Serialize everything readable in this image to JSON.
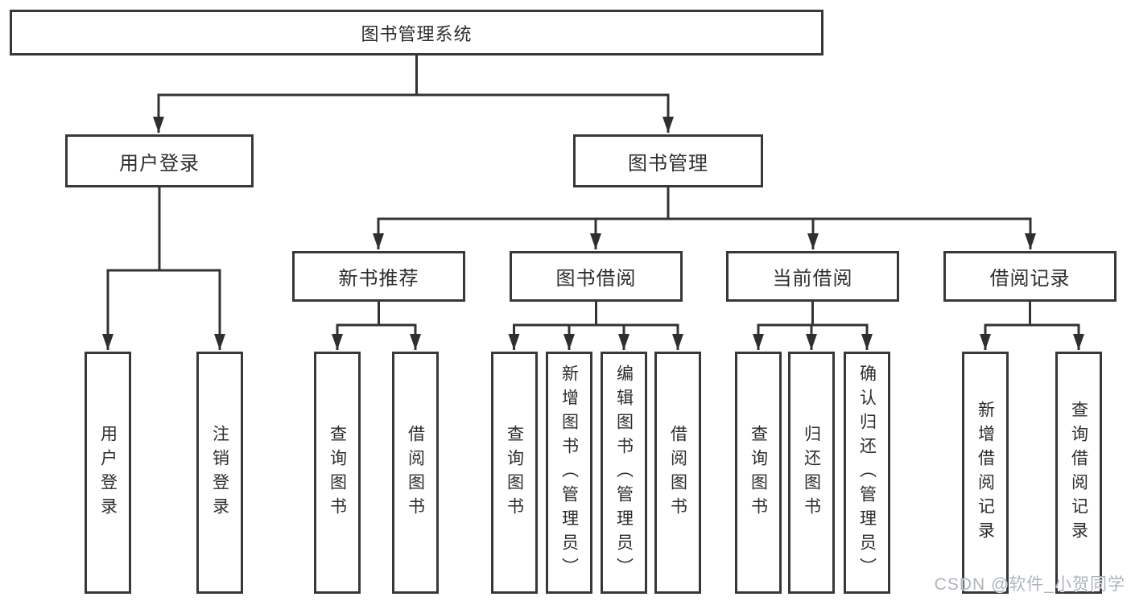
{
  "diagram": {
    "root": {
      "label": "图书管理系统"
    },
    "branches": [
      {
        "label": "用户登录",
        "children": [
          {
            "label": "用户登录"
          },
          {
            "label": "注销登录"
          }
        ]
      },
      {
        "label": "图书管理",
        "children": [
          {
            "label": "新书推荐",
            "children": [
              {
                "label": "查询图书"
              },
              {
                "label": "借阅图书"
              }
            ]
          },
          {
            "label": "图书借阅",
            "children": [
              {
                "label": "查询图书"
              },
              {
                "label": "新增图书（管理员）"
              },
              {
                "label": "编辑图书（管理员）"
              },
              {
                "label": "借阅图书"
              }
            ]
          },
          {
            "label": "当前借阅",
            "children": [
              {
                "label": "查询图书"
              },
              {
                "label": "归还图书"
              },
              {
                "label": "确认归还（管理员）"
              }
            ]
          },
          {
            "label": "借阅记录",
            "children": [
              {
                "label": "新增借阅记录"
              },
              {
                "label": "查询借阅记录"
              }
            ]
          }
        ]
      }
    ],
    "watermark": "CSDN @软件_小贺同学",
    "colors": {
      "background": "#ffffff",
      "line": "#333333",
      "box_border": "#383838",
      "text": "#2d2d2d",
      "watermark": "#a8aeb6"
    }
  }
}
